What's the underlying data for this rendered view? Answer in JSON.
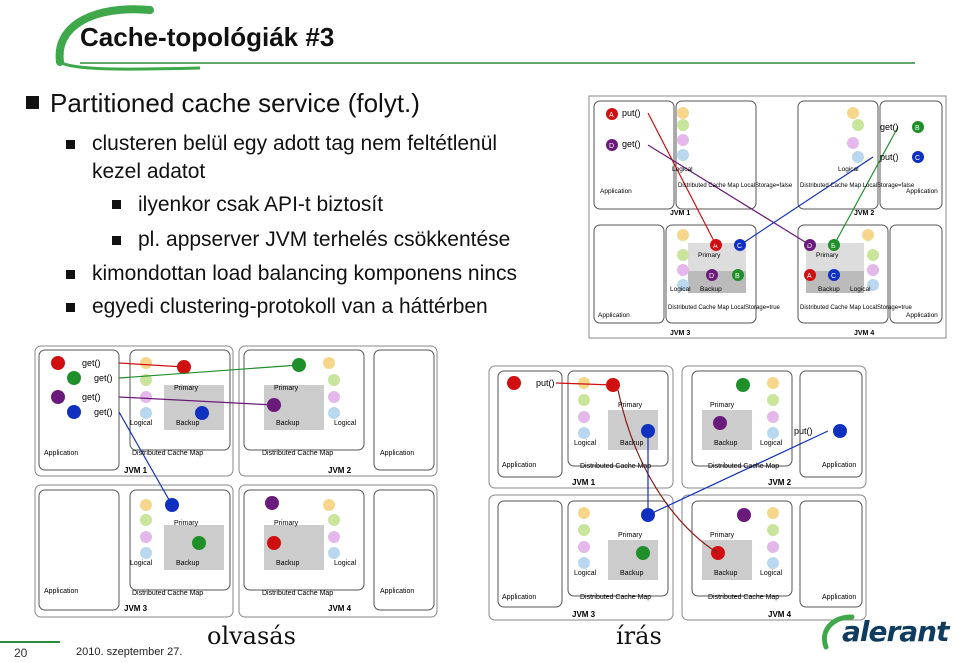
{
  "slide": {
    "title": "Cache-topológiák #3",
    "bullets": [
      {
        "level": 0,
        "text": "Partitioned cache service (folyt.)"
      },
      {
        "level": 1,
        "text": "clusteren belül egy adott tag nem feltétlenül"
      },
      {
        "level": 1,
        "text": "kezel adatot",
        "continuation": true
      },
      {
        "level": 2,
        "text": "ilyenkor csak API-t biztosít"
      },
      {
        "level": 2,
        "text": "pl. appserver JVM terhelés csökkentése"
      },
      {
        "level": 1,
        "text": "kimondottan load balancing komponens nincs"
      },
      {
        "level": 1,
        "text": "egyedi clustering-protokoll van a háttérben"
      }
    ],
    "captions": {
      "read": "olvasás",
      "write": "írás"
    },
    "footer": {
      "page": "20",
      "date": "2010. szeptember 27."
    },
    "logo_text": "alerant"
  },
  "diagram_labels": {
    "get": "get()",
    "put": "put()",
    "primary": "Primary",
    "backup": "Backup",
    "logical": "Logical",
    "application": "Application",
    "map_false": "Distributed Cache Map LocalStorage=false",
    "map_true": "Distributed Cache Map LocalStorage=true",
    "map": "Distributed Cache Map",
    "jvm1": "JVM 1",
    "jvm2": "JVM 2",
    "jvm3": "JVM 3",
    "jvm4": "JVM 4"
  },
  "colors": {
    "accent_green": "#2e8b3c",
    "title_text": "#111111",
    "logo": "#0f3b5f",
    "red": "#d01010",
    "green": "#1f8f2a",
    "purple": "#6a1a7a",
    "blue": "#1030c0"
  }
}
